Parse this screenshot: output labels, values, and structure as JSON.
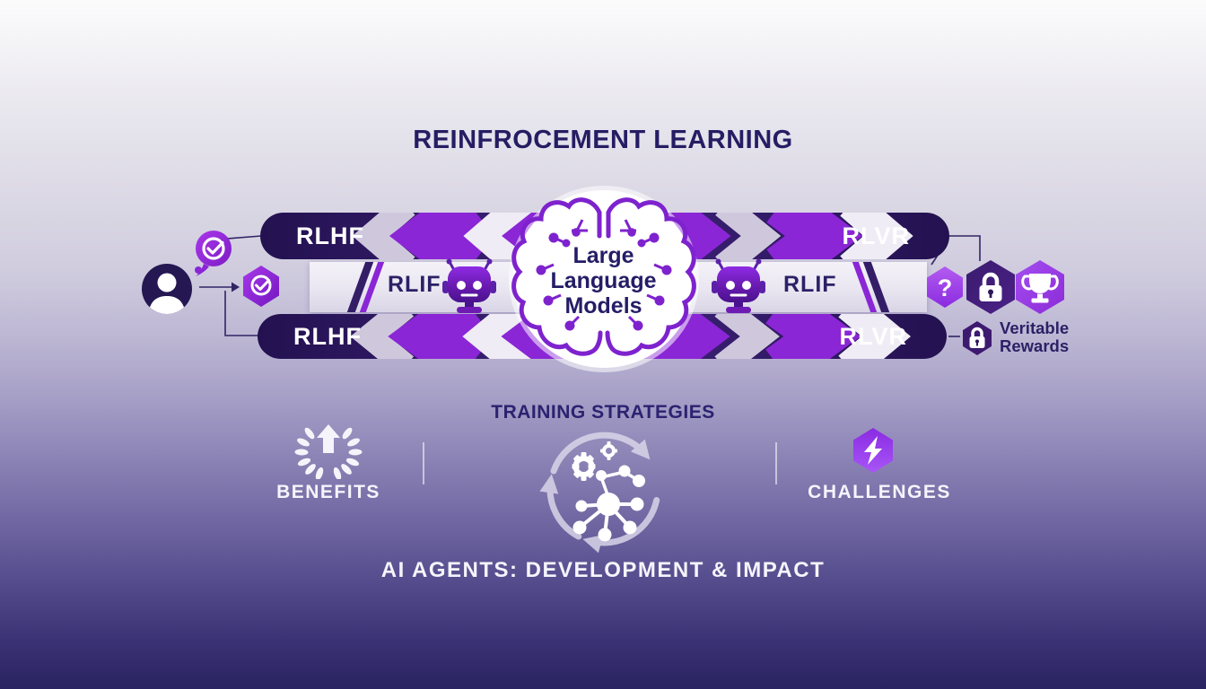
{
  "title": "REINFROCEMENT LEARNING",
  "brain": {
    "label_line1": "Large",
    "label_line2": "Language",
    "label_line3": "Models"
  },
  "flows": {
    "top_left_label": "RLHF",
    "top_right_label": "RLVR",
    "mid_left_label": "RLIF",
    "mid_right_label": "RLIF",
    "bottom_left_label": "RLHF",
    "bottom_right_label": "RLVR"
  },
  "rewards": {
    "line1": "Veritable",
    "line2": "Rewards"
  },
  "sections": {
    "training_heading": "TRAINING STRATEGIES",
    "benefits_label": "BENEFITS",
    "challenges_label": "CHALLENGES",
    "footer_heading": "AI AGENTS: DEVELOPMENT & IMPACT"
  },
  "glyphs": {
    "question_mark": "?"
  },
  "icons": {
    "left": [
      "user-avatar-icon",
      "thought-bubble-check-icon",
      "shield-check-hexagon-icon"
    ],
    "center": [
      "brain-circuit-icon",
      "robot-icon",
      "cycle-gears-network-icon"
    ],
    "right": [
      "question-hexagon-icon",
      "lock-hexagon-icon",
      "trophy-hexagon-icon",
      "small-lock-hexagon-icon"
    ],
    "bottom": [
      "laurel-arrow-icon",
      "lightning-hexagon-icon"
    ]
  },
  "colors": {
    "accent_purple": "#8A26D6",
    "bright_purple": "#9333EA",
    "deep_indigo": "#241554",
    "navy_text": "#2B2166",
    "lavender": "#CFC8DD",
    "background_bottom": "#2A2363"
  }
}
